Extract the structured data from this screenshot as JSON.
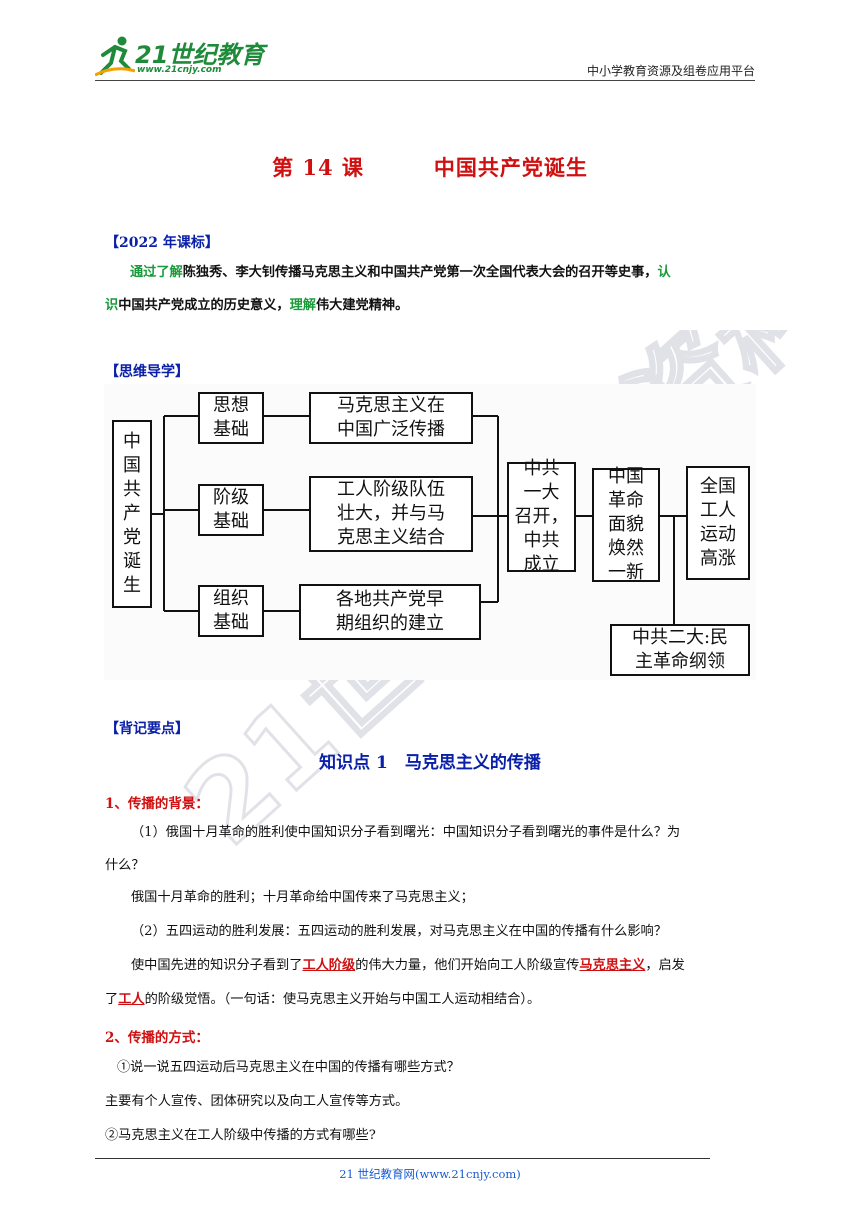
{
  "header": {
    "logo_text": "21世纪教育",
    "logo_url": "www.21cnjy.com",
    "right_text": "中小学教育资源及组卷应用平台"
  },
  "title": {
    "lesson": "第 14 课",
    "name": "中国共产党诞生"
  },
  "standard": {
    "label": "【2022 年课标】",
    "line1_a": "通过了解",
    "line1_b": "陈独秀、李大钊传播马克思主义和中国共产党第一次全国代表大会的召开等史事，",
    "line1_c": "认",
    "line2_a": "识",
    "line2_b": "中国共产党成立的历史意义，",
    "line2_c": "理解",
    "line2_d": "伟大建党精神。"
  },
  "mindmap": {
    "label": "【思维导学】",
    "root": [
      "中",
      "国",
      "共",
      "产",
      "党",
      "诞",
      "生"
    ],
    "bases": [
      {
        "label1": "思想",
        "label2": "基础",
        "detail1": "马克思主义在",
        "detail2": "中国广泛传播",
        "detail3": ""
      },
      {
        "label1": "阶级",
        "label2": "基础",
        "detail1": "工人阶级队伍",
        "detail2": "壮大，并与马",
        "detail3": "克思主义结合"
      },
      {
        "label1": "组织",
        "label2": "基础",
        "detail1": "各地共产党早",
        "detail2": "期组织的建立",
        "detail3": ""
      }
    ],
    "founding": [
      "中共",
      "一大",
      "召开，",
      "中共",
      "成立"
    ],
    "new_look": [
      "中国",
      "革命",
      "面貌",
      "焕然",
      "一新"
    ],
    "labor": [
      "全国",
      "工人",
      "运动",
      "高涨"
    ],
    "second_congress": [
      "中共二大:民",
      "主革命纲领"
    ]
  },
  "points": {
    "label": "【背记要点】",
    "kp1_title": "知识点 1　马克思主义的传播",
    "h1": "1、传播的背景：",
    "p1a": "（1）俄国十月革命的胜利使中国知识分子看到曙光：中国知识分子看到曙光的事件是什么？为",
    "p1b": "什么？",
    "p2": "俄国十月革命的胜利；十月革命给中国传来了马克思主义；",
    "p3": "（2）五四运动的胜利发展：五四运动的胜利发展，对马克思主义在中国的传播有什么影响？",
    "p4_a": "使中国先进的知识分子看到了",
    "p4_b": "工人阶级",
    "p4_c": "的伟大力量，他们开始向工人阶级宣传",
    "p4_d": "马克思主义",
    "p4_e": "，启发",
    "p5_a": "了",
    "p5_b": "工人",
    "p5_c": "的阶级觉悟。（一句话：使马克思主义开始与中国工人运动相结合）。",
    "h2": "2、传播的方式：",
    "q1": "①说一说五四运动后马克思主义在中国的传播有哪些方式？",
    "a1": "主要有个人宣传、团体研究以及向工人宣传等方式。",
    "q2": "②马克思主义在工人阶级中传播的方式有哪些?"
  },
  "footer": {
    "text": "21 世纪教育网(www.21cnjy.com)"
  },
  "watermark": {
    "text": "21世纪教育资料"
  }
}
